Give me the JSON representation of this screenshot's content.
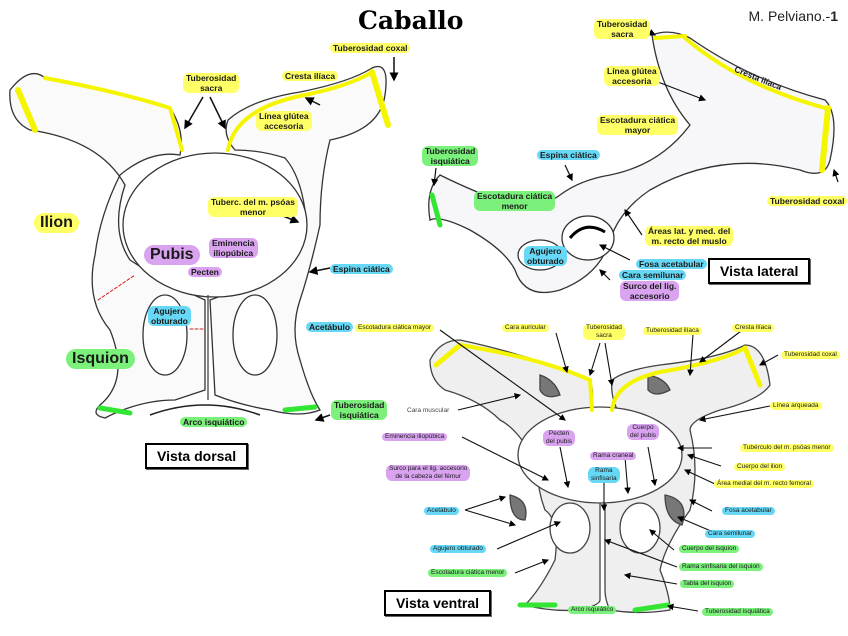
{
  "title": "Caballo",
  "page_ref": {
    "prefix": "M. Pelviano.-",
    "number": "1"
  },
  "colors": {
    "yellow": "#ffff66",
    "green": "#7bf07b",
    "blue": "#66d8f5",
    "purple": "#d9a3f0"
  },
  "dorsal": {
    "view_label": "Vista dorsal",
    "regions": {
      "ilion": "Ilion",
      "pubis": "Pubis",
      "isquion": "Isquion"
    },
    "labels": {
      "tuberosidad_sacra": "Tuberosidad\nsacra",
      "tuberosidad_coxal": "Tuberosidad coxal",
      "cresta_iliaca": "Cresta ilíaca",
      "linea_glutea": "Línea glútea\naccesoria",
      "tuberc_psoas": "Tuberc. del m. psóas\nmenor",
      "eminencia": "Eminencia\niliopúbica",
      "pecten": "Pecten",
      "espina_ciatica": "Espina ciática",
      "agujero": "Agujero\nobturado",
      "acetabulo": "Acetábulo",
      "tuberosidad_isquiatica": "Tuberosidad\nisquiática",
      "arco_isquiatico": "Arco isquiático"
    }
  },
  "lateral": {
    "view_label": "Vista lateral",
    "labels": {
      "tuberosidad_sacra": "Tuberosidad\nsacra",
      "linea_glutea": "Línea glútea\naccesoria",
      "cresta_iliaca": "Cresta ilíaca",
      "escotadura_mayor": "Escotadura ciática\nmayor",
      "tuberosidad_isquiatica": "Tuberosidad\nisquiática",
      "espina_ciatica": "Espina ciática",
      "escotadura_menor": "Escotadura ciática\nmenor",
      "tuberosidad_coxal": "Tuberosidad coxal",
      "areas_recto": "Áreas lat. y med. del\nm. recto del muslo",
      "agujero": "Agujero\nobturado",
      "fosa_acetabular": "Fosa acetabular",
      "cara_semilunar": "Cara semilunar",
      "surco_lig": "Surco del lig.\naccesorio"
    }
  },
  "ventral": {
    "view_label": "Vista ventral",
    "labels": {
      "escotadura_mayor": "Escotadura ciática mayor",
      "cara_auricular": "Cara auricular",
      "tuberosidad_sacra": "Tuberosidad\nsacra",
      "tuberosidad_iliaca": "Tuberosidad ilíaca",
      "cresta_iliaca": "Cresta ilíaca",
      "tuberosidad_coxal": "Tuberosidad coxal",
      "cara_muscular": "Cara muscular",
      "linea_arqueada": "Línea arqueada",
      "eminencia": "Eminencia iliopúbica",
      "pecten_pubis": "Pecten\ndel pubis",
      "cuerpo_pubis": "Cuerpo\ndel pubis",
      "tuberculo_psoas": "Tubérculo del m. psóas menor",
      "rama_craneal": "Rama craneal",
      "cuerpo_ilion": "Cuerpo del ilion",
      "surco_lig": "Surco para el lig. accesorio\nde la cabeza del fémur",
      "rama_sinfisaria": "Rama\nsinfisaria",
      "area_recto": "Área medial del m. recto femoral",
      "acetabulo": "Acetábulo",
      "fosa_acetabular": "Fosa acetabular",
      "cara_semilunar": "Cara semilunar",
      "agujero": "Agujero obturado",
      "cuerpo_isquion": "Cuerpo del isquion",
      "escotadura_menor": "Escotadura ciática menor",
      "rama_sinf_isquion": "Rama sinfisaria del isquion",
      "tabla_isquion": "Tabla del isquion",
      "arco_isquiatico": "Arco isquiático",
      "tuberosidad_isquiatica": "Tuberosidad isquiática"
    }
  }
}
